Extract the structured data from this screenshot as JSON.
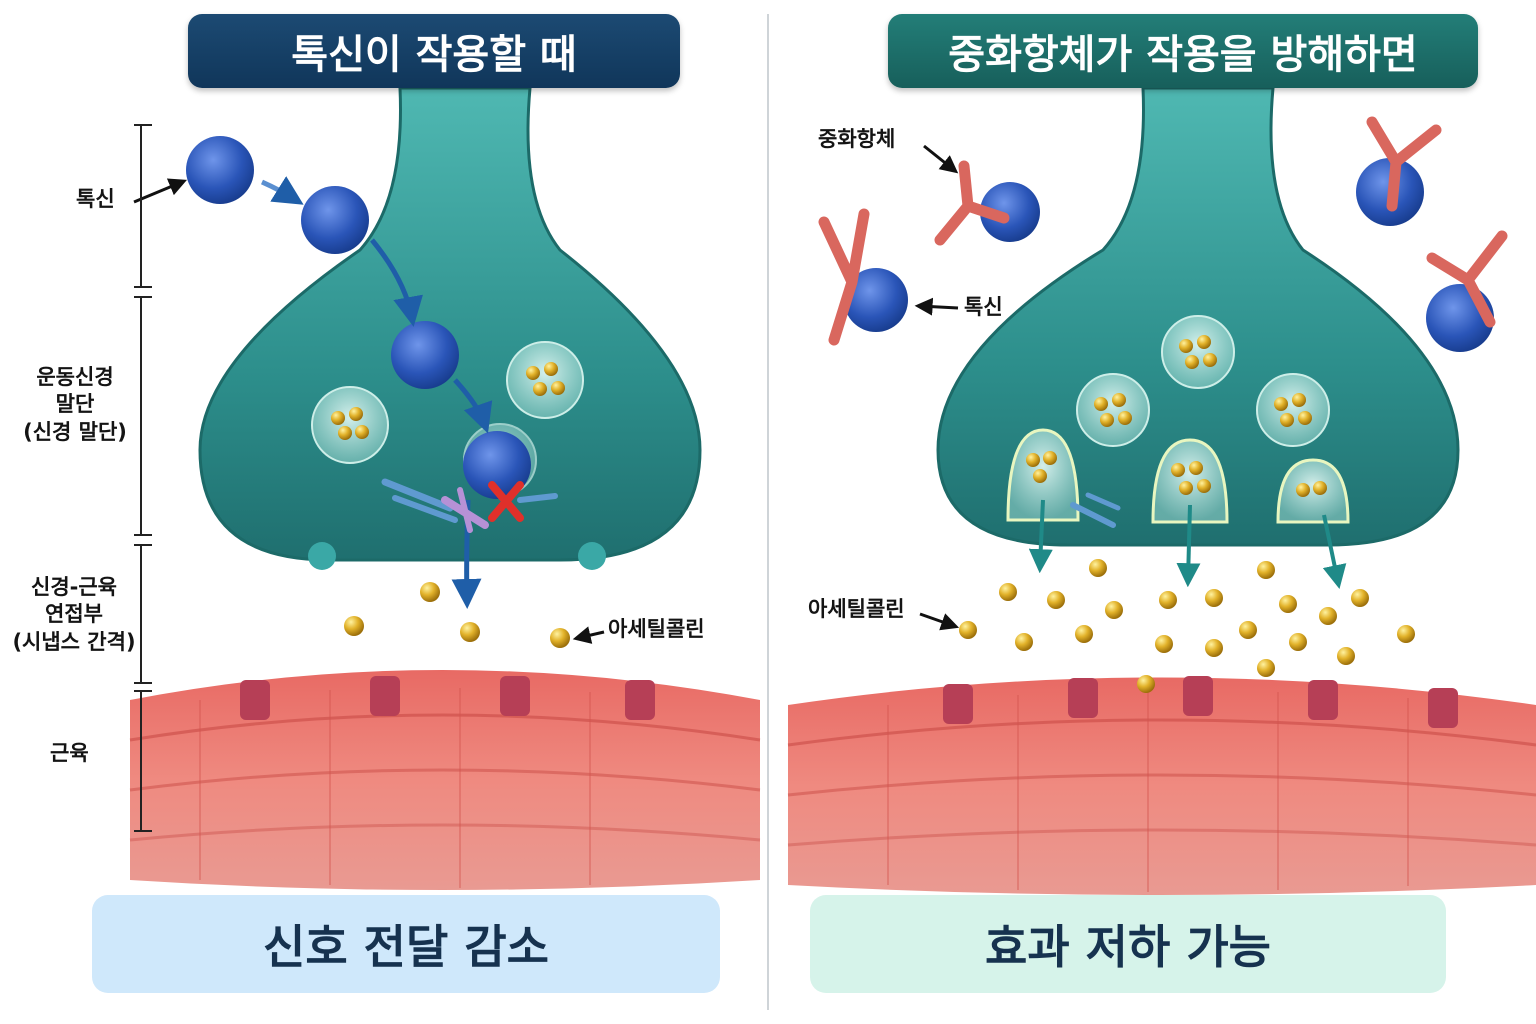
{
  "left": {
    "title": "톡신이 작용할 때",
    "result": "신호 전달 감소",
    "labels": {
      "toxin": "톡신",
      "nerve_terminal": [
        "운동신경",
        "말단",
        "(신경 말단)"
      ],
      "junction": [
        "신경-근육",
        "연접부",
        "(시냅스 간격)"
      ],
      "muscle": "근육",
      "acetylcholine": "아세틸콜린"
    }
  },
  "right": {
    "title": "중화항체가 작용을 방해하면",
    "result": "효과 저하 가능",
    "labels": {
      "antibody": "중화항체",
      "toxin": "톡신",
      "acetylcholine": "아세틸콜린"
    }
  },
  "colors": {
    "nerve": "#3a9f9c",
    "toxin": "#2a55b8",
    "antibody": "#d9675e",
    "acetylcholine": "#d9a520",
    "muscle": "#e0685f",
    "block": "#e0302a",
    "arrow_left": "#1f5ea8",
    "arrow_right": "#1f8a88"
  }
}
